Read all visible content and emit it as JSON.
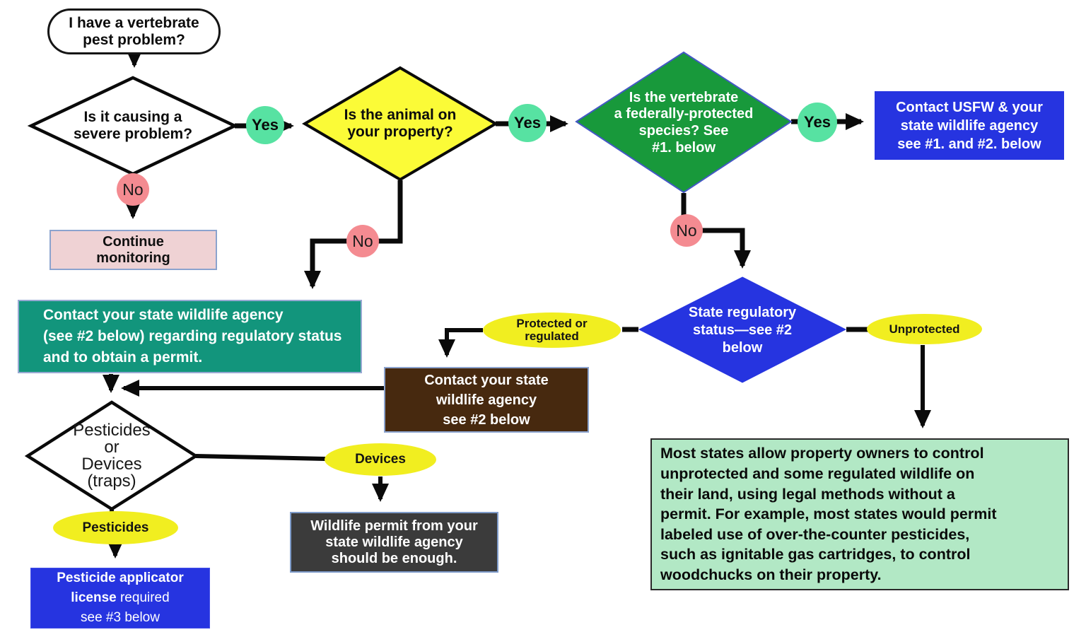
{
  "diagram_title": "Vertebrate pest decision flowchart",
  "colors": {
    "yes_circle": "#57E2A2",
    "no_circle": "#F48B91",
    "yellow_diamond": "#FBFB37",
    "yellow_ellipse": "#F1EE20",
    "green_diamond": "#18993B",
    "blue": "#2634E0",
    "teal_box": "#12957C",
    "brown_box": "#47290F",
    "dark_box": "#3B3B3B",
    "pale_green_box": "#B2E8C5",
    "pink_box": "#EFD2D4",
    "line": "#0a0a0a"
  },
  "nodes": {
    "start": {
      "label": "I have a vertebrate\npest problem?"
    },
    "severe": {
      "label": "Is it causing a\nsevere problem?"
    },
    "property": {
      "label": "Is the animal on\nyour property?"
    },
    "federal": {
      "label": "Is the vertebrate\na federally-protected\nspecies? See\n#1. below"
    },
    "usfw": {
      "label": "Contact USFW & your\nstate wildlife agency\nsee #1. and #2. below"
    },
    "monitor": {
      "label": "Continue\nmonitoring"
    },
    "teal": {
      "label": "Contact your state wildlife agency\n(see #2 below) regarding regulatory status\nand to obtain a permit."
    },
    "statereg": {
      "label": "State regulatory\nstatus—see #2\nbelow"
    },
    "brown": {
      "label": "Contact your state\nwildlife agency\nsee #2 below"
    },
    "big_green": {
      "label": "Most states allow property owners to control\nunprotected and some regulated wildlife on\ntheir land, using legal methods without a\npermit. For example, most states would permit\nlabeled use of over-the-counter pesticides,\nsuch as ignitable gas cartridges, to control\nwoodchucks on their property."
    },
    "pest_devices": {
      "label": "Pesticides\nor\nDevices\n(traps)"
    },
    "wildlife_permit": {
      "label": "Wildlife permit from your\nstate wildlife agency\nshould be enough."
    },
    "license": {
      "line1": "Pesticide applicator",
      "line2_bold": "license",
      "line2_rest": " required",
      "line3": "see #3 below"
    }
  },
  "edges": {
    "yes": "Yes",
    "no": "No",
    "protected": "Protected or\nregulated",
    "unprotected": "Unprotected",
    "devices": "Devices",
    "pesticides": "Pesticides"
  }
}
